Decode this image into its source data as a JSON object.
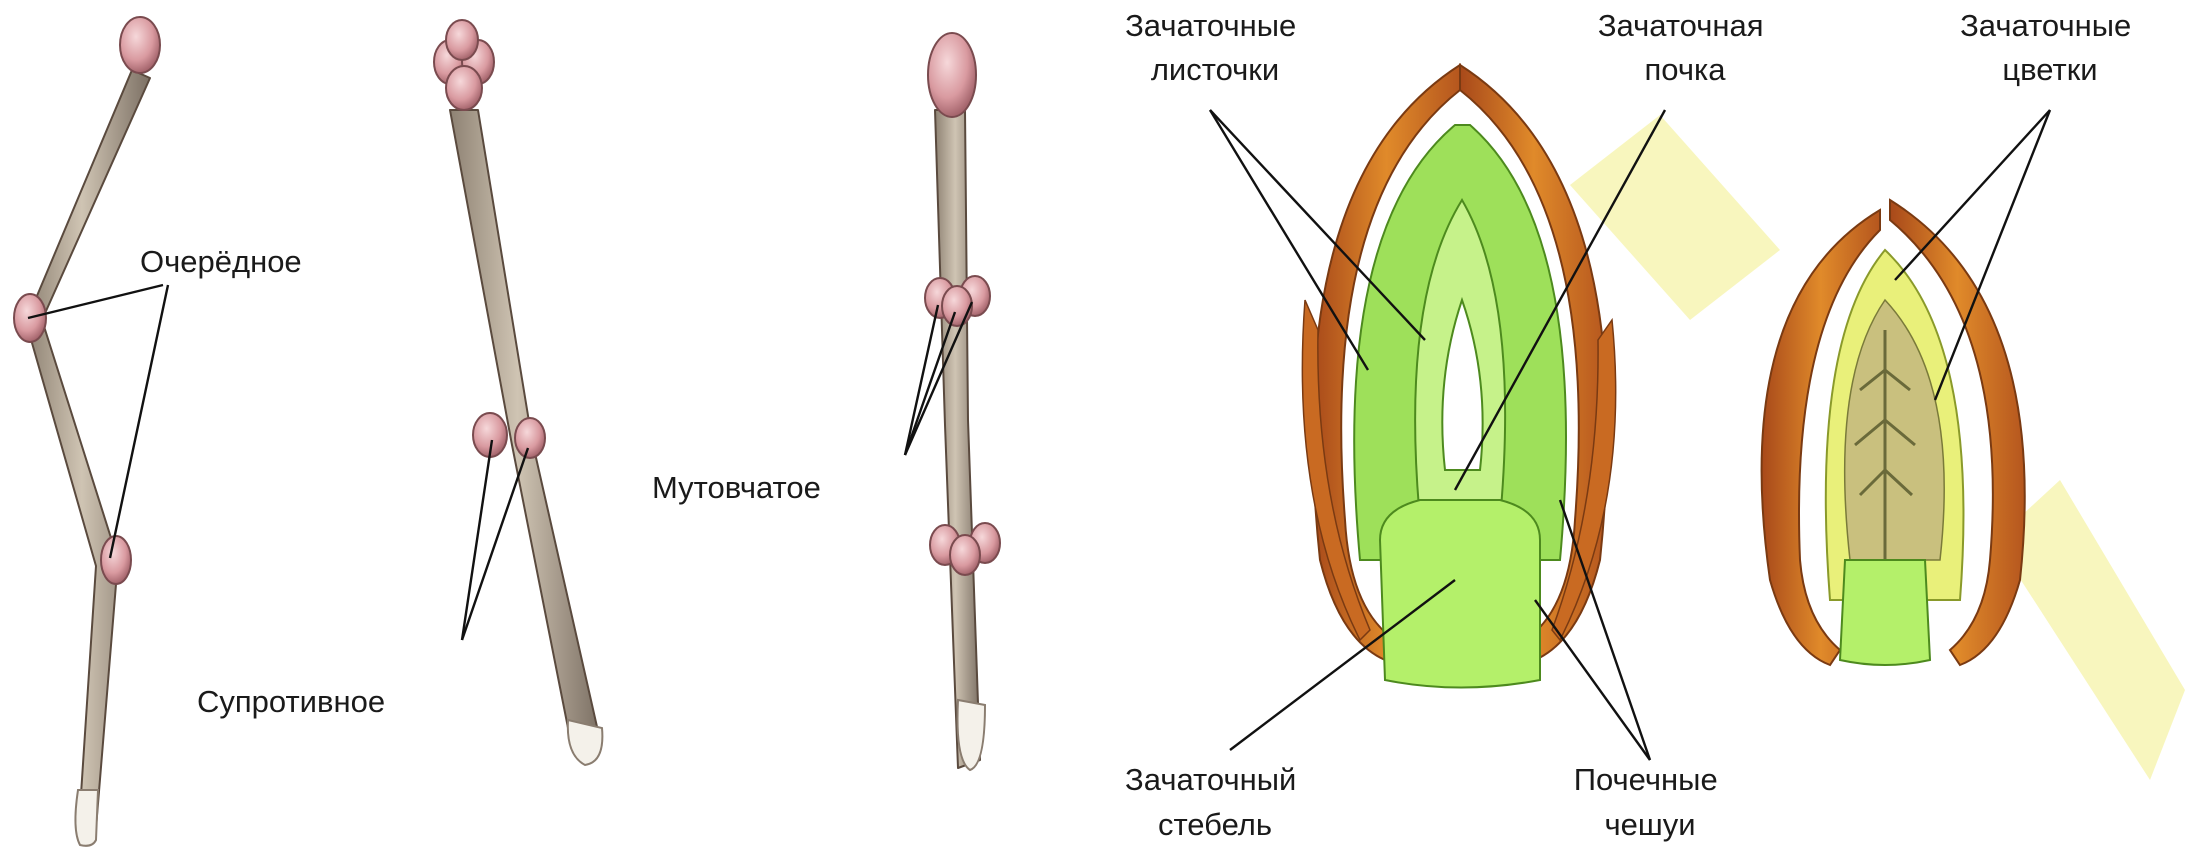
{
  "twigs": {
    "alternate_label": "Очерёдное",
    "opposite_label": "Супротивное",
    "whorled_label": "Мутовчатое"
  },
  "leaf_bud": {
    "embryonic_leaves_label": [
      "Зачаточные",
      "листочки"
    ],
    "embryonic_bud_label": [
      "Зачаточная",
      "почка"
    ],
    "embryonic_stem_label": [
      "Зачаточный",
      "стебель"
    ],
    "bud_scales_label": [
      "Почечные",
      "чешуи"
    ]
  },
  "flower_bud": {
    "embryonic_flowers_label": [
      "Зачаточные",
      "цветки"
    ]
  },
  "colors": {
    "twig": "#b8ab98",
    "bud": "#d9a3a7",
    "scale_orange": "#c9661c",
    "leaf_green": "#9ee05a",
    "stem_green": "#b4f06a",
    "highlight_yellow": "#f6f3a8"
  }
}
